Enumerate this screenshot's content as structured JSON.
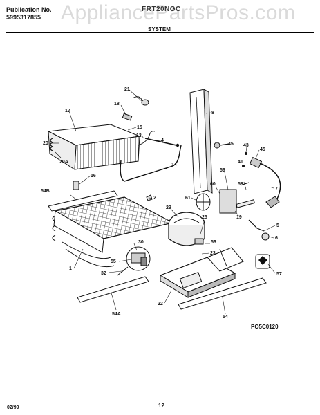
{
  "header": {
    "publication_label": "Publication No.",
    "publication_number": "5995317855",
    "model": "FRT20NGC",
    "section": "SYSTEM"
  },
  "watermark": "AppliancePartsPros.com",
  "footer": {
    "date": "02/99",
    "page": "12",
    "drawing_code": "PO5C0120"
  },
  "callouts": {
    "p1": "1",
    "p2": "2",
    "p4": "4",
    "p5": "5",
    "p6": "6",
    "p7": "7",
    "p8": "8",
    "p13": "13",
    "p14": "14",
    "p15": "15",
    "p16": "16",
    "p17": "17",
    "p18": "18",
    "p19": "19",
    "p20": "20",
    "p20a": "20A",
    "p21": "21",
    "p22": "22",
    "p23": "23",
    "p25": "25",
    "p29": "29",
    "p30": "30",
    "p32": "32",
    "p41": "41",
    "p43": "43",
    "p45a": "45",
    "p45b": "45",
    "p54": "54",
    "p54a": "54A",
    "p54b": "54B",
    "p55": "55",
    "p56": "56",
    "p57": "57",
    "p58": "58",
    "p59": "59",
    "p60": "60",
    "p61": "61"
  }
}
